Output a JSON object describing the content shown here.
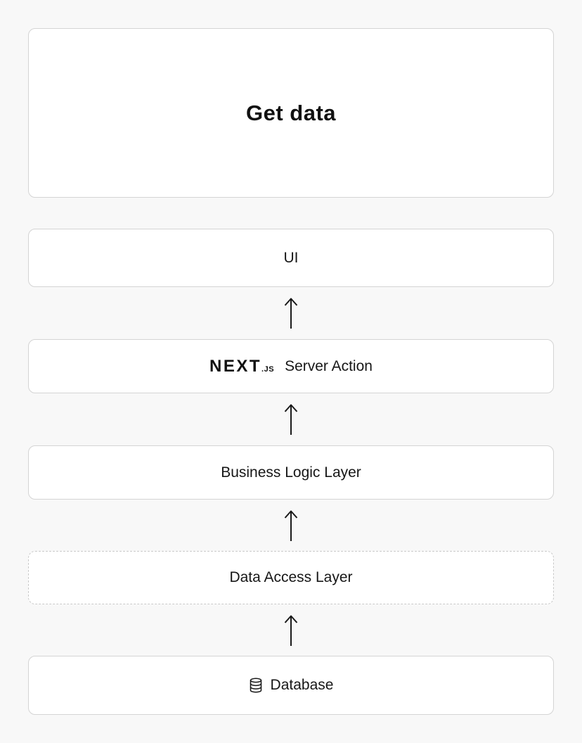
{
  "colors": {
    "page_background": "#f8f8f8",
    "box_background": "#ffffff",
    "box_border": "#d4d4d4",
    "dashed_border": "#c9c9c9",
    "text": "#171717",
    "arrow": "#1a1a1a"
  },
  "diagram": {
    "title": "Get data",
    "nodes": [
      {
        "label": "UI",
        "border_style": "solid"
      },
      {
        "logo": {
          "wordmark": "NEXT",
          "suffix": ".JS"
        },
        "label": "Server Action",
        "border_style": "solid"
      },
      {
        "label": "Business Logic Layer",
        "border_style": "solid"
      },
      {
        "label": "Data Access Layer",
        "border_style": "dashed"
      },
      {
        "label": "Database",
        "icon": "database-icon",
        "border_style": "solid"
      }
    ],
    "connections": [
      {
        "from": "Server Action",
        "to": "UI",
        "direction": "up"
      },
      {
        "from": "Business Logic Layer",
        "to": "Server Action",
        "direction": "up"
      },
      {
        "from": "Data Access Layer",
        "to": "Business Logic Layer",
        "direction": "up"
      },
      {
        "from": "Database",
        "to": "Data Access Layer",
        "direction": "up"
      }
    ]
  }
}
